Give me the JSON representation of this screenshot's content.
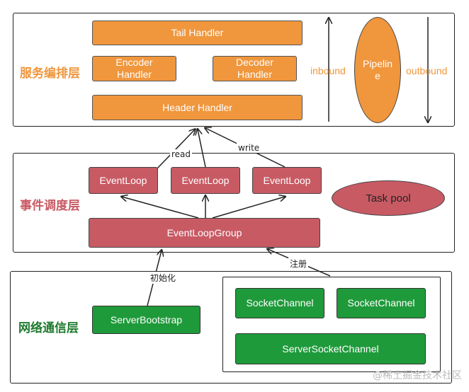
{
  "layers": {
    "service": "服务编排层",
    "event": "事件调度层",
    "network": "网络通信层"
  },
  "handlers": {
    "tail": "Tail Handler",
    "encoder": "Encoder\nHandler",
    "decoder": "Decoder\nHandler",
    "header": "Header Handler"
  },
  "pipeline": {
    "label": "Pipelin\ne",
    "inbound": "inbound",
    "outbound": "outbound"
  },
  "event": {
    "loop1": "EventLoop",
    "loop2": "EventLoop",
    "loop3": "EventLoop",
    "task_pool": "Task pool",
    "group": "EventLoopGroup",
    "read": "read",
    "write": "write"
  },
  "network": {
    "bootstrap": "ServerBootstrap",
    "socket1": "SocketChannel",
    "socket2": "SocketChannel",
    "server_socket": "ServerSocketChannel",
    "init": "初始化",
    "register": "注册"
  },
  "watermark": "@稀土掘金技术社区",
  "colors": {
    "orange": "#f0963c",
    "red": "#c85a64",
    "green": "#1f9a3b",
    "service_label": "#f0963c",
    "event_label": "#c85a64",
    "network_label": "#1f7a2e"
  }
}
